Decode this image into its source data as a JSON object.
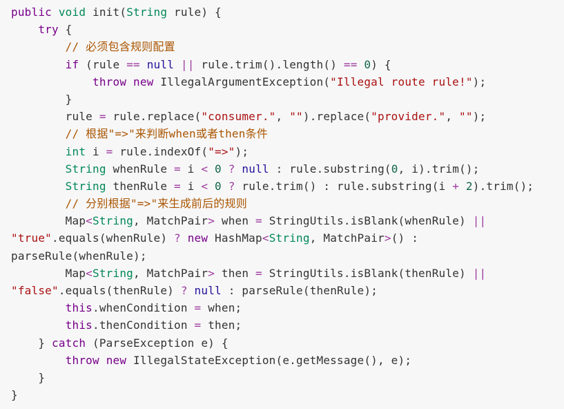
{
  "background_color": "#f7f7f8",
  "syntax_colors": {
    "plain": "#333333",
    "keyword": "#770088",
    "type": "#008855",
    "atom": "#221199",
    "number": "#116644",
    "string": "#aa1111",
    "comment": "#aa5500",
    "operator": "#9d3b9d"
  },
  "code": {
    "lines": [
      [
        [
          "keyword",
          "public"
        ],
        [
          "plain",
          " "
        ],
        [
          "type",
          "void"
        ],
        [
          "plain",
          " init("
        ],
        [
          "type",
          "String"
        ],
        [
          "plain",
          " rule) {"
        ]
      ],
      [
        [
          "plain",
          "    "
        ],
        [
          "keyword",
          "try"
        ],
        [
          "plain",
          " {"
        ]
      ],
      [
        [
          "plain",
          "        "
        ],
        [
          "comment",
          "// 必须包含规则配置"
        ]
      ],
      [
        [
          "plain",
          "        "
        ],
        [
          "keyword",
          "if"
        ],
        [
          "plain",
          " (rule "
        ],
        [
          "operator",
          "=="
        ],
        [
          "plain",
          " "
        ],
        [
          "atom",
          "null"
        ],
        [
          "plain",
          " "
        ],
        [
          "operator",
          "||"
        ],
        [
          "plain",
          " rule.trim().length() "
        ],
        [
          "operator",
          "=="
        ],
        [
          "plain",
          " "
        ],
        [
          "number",
          "0"
        ],
        [
          "plain",
          ") {"
        ]
      ],
      [
        [
          "plain",
          "            "
        ],
        [
          "keyword",
          "throw"
        ],
        [
          "plain",
          " "
        ],
        [
          "keyword",
          "new"
        ],
        [
          "plain",
          " IllegalArgumentException("
        ],
        [
          "string",
          "\"Illegal route rule!\""
        ],
        [
          "plain",
          ");"
        ]
      ],
      [
        [
          "plain",
          "        }"
        ]
      ],
      [
        [
          "plain",
          "        rule "
        ],
        [
          "operator",
          "="
        ],
        [
          "plain",
          " rule.replace("
        ],
        [
          "string",
          "\"consumer.\""
        ],
        [
          "plain",
          ", "
        ],
        [
          "string",
          "\"\""
        ],
        [
          "plain",
          ").replace("
        ],
        [
          "string",
          "\"provider.\""
        ],
        [
          "plain",
          ", "
        ],
        [
          "string",
          "\"\""
        ],
        [
          "plain",
          ");"
        ]
      ],
      [
        [
          "plain",
          "        "
        ],
        [
          "comment",
          "// 根据\"=>\"来判断when或者then条件"
        ]
      ],
      [
        [
          "plain",
          "        "
        ],
        [
          "type",
          "int"
        ],
        [
          "plain",
          " i "
        ],
        [
          "operator",
          "="
        ],
        [
          "plain",
          " rule.indexOf("
        ],
        [
          "string",
          "\"=>\""
        ],
        [
          "plain",
          ");"
        ]
      ],
      [
        [
          "plain",
          "        "
        ],
        [
          "type",
          "String"
        ],
        [
          "plain",
          " whenRule "
        ],
        [
          "operator",
          "="
        ],
        [
          "plain",
          " i "
        ],
        [
          "operator",
          "<"
        ],
        [
          "plain",
          " "
        ],
        [
          "number",
          "0"
        ],
        [
          "plain",
          " "
        ],
        [
          "operator",
          "?"
        ],
        [
          "plain",
          " "
        ],
        [
          "atom",
          "null"
        ],
        [
          "plain",
          " : rule.substring("
        ],
        [
          "number",
          "0"
        ],
        [
          "plain",
          ", i).trim();"
        ]
      ],
      [
        [
          "plain",
          "        "
        ],
        [
          "type",
          "String"
        ],
        [
          "plain",
          " thenRule "
        ],
        [
          "operator",
          "="
        ],
        [
          "plain",
          " i "
        ],
        [
          "operator",
          "<"
        ],
        [
          "plain",
          " "
        ],
        [
          "number",
          "0"
        ],
        [
          "plain",
          " "
        ],
        [
          "operator",
          "?"
        ],
        [
          "plain",
          " rule.trim() : rule.substring(i "
        ],
        [
          "operator",
          "+"
        ],
        [
          "plain",
          " "
        ],
        [
          "number",
          "2"
        ],
        [
          "plain",
          ").trim();"
        ]
      ],
      [
        [
          "plain",
          "        "
        ],
        [
          "comment",
          "// 分别根据\"=>\"来生成前后的规则"
        ]
      ],
      [
        [
          "plain",
          "        Map"
        ],
        [
          "operator",
          "<"
        ],
        [
          "type",
          "String"
        ],
        [
          "plain",
          ", MatchPair"
        ],
        [
          "operator",
          ">"
        ],
        [
          "plain",
          " when "
        ],
        [
          "operator",
          "="
        ],
        [
          "plain",
          " StringUtils.isBlank(whenRule) "
        ],
        [
          "operator",
          "||"
        ]
      ],
      [
        [
          "string",
          "\"true\""
        ],
        [
          "plain",
          ".equals(whenRule) "
        ],
        [
          "operator",
          "?"
        ],
        [
          "plain",
          " "
        ],
        [
          "keyword",
          "new"
        ],
        [
          "plain",
          " HashMap"
        ],
        [
          "operator",
          "<"
        ],
        [
          "type",
          "String"
        ],
        [
          "plain",
          ", MatchPair"
        ],
        [
          "operator",
          ">"
        ],
        [
          "plain",
          "() :"
        ]
      ],
      [
        [
          "plain",
          "parseRule(whenRule);"
        ]
      ],
      [
        [
          "plain",
          "        Map"
        ],
        [
          "operator",
          "<"
        ],
        [
          "type",
          "String"
        ],
        [
          "plain",
          ", MatchPair"
        ],
        [
          "operator",
          ">"
        ],
        [
          "plain",
          " then "
        ],
        [
          "operator",
          "="
        ],
        [
          "plain",
          " StringUtils.isBlank(thenRule) "
        ],
        [
          "operator",
          "||"
        ]
      ],
      [
        [
          "string",
          "\"false\""
        ],
        [
          "plain",
          ".equals(thenRule) "
        ],
        [
          "operator",
          "?"
        ],
        [
          "plain",
          " "
        ],
        [
          "atom",
          "null"
        ],
        [
          "plain",
          " : parseRule(thenRule);"
        ]
      ],
      [
        [
          "plain",
          "        "
        ],
        [
          "keyword",
          "this"
        ],
        [
          "plain",
          ".whenCondition "
        ],
        [
          "operator",
          "="
        ],
        [
          "plain",
          " when;"
        ]
      ],
      [
        [
          "plain",
          "        "
        ],
        [
          "keyword",
          "this"
        ],
        [
          "plain",
          ".thenCondition "
        ],
        [
          "operator",
          "="
        ],
        [
          "plain",
          " then;"
        ]
      ],
      [
        [
          "plain",
          "    } "
        ],
        [
          "keyword",
          "catch"
        ],
        [
          "plain",
          " (ParseException e) {"
        ]
      ],
      [
        [
          "plain",
          "        "
        ],
        [
          "keyword",
          "throw"
        ],
        [
          "plain",
          " "
        ],
        [
          "keyword",
          "new"
        ],
        [
          "plain",
          " IllegalStateException(e.getMessage(), e);"
        ]
      ],
      [
        [
          "plain",
          "    }"
        ]
      ],
      [
        [
          "plain",
          "}"
        ]
      ]
    ]
  }
}
